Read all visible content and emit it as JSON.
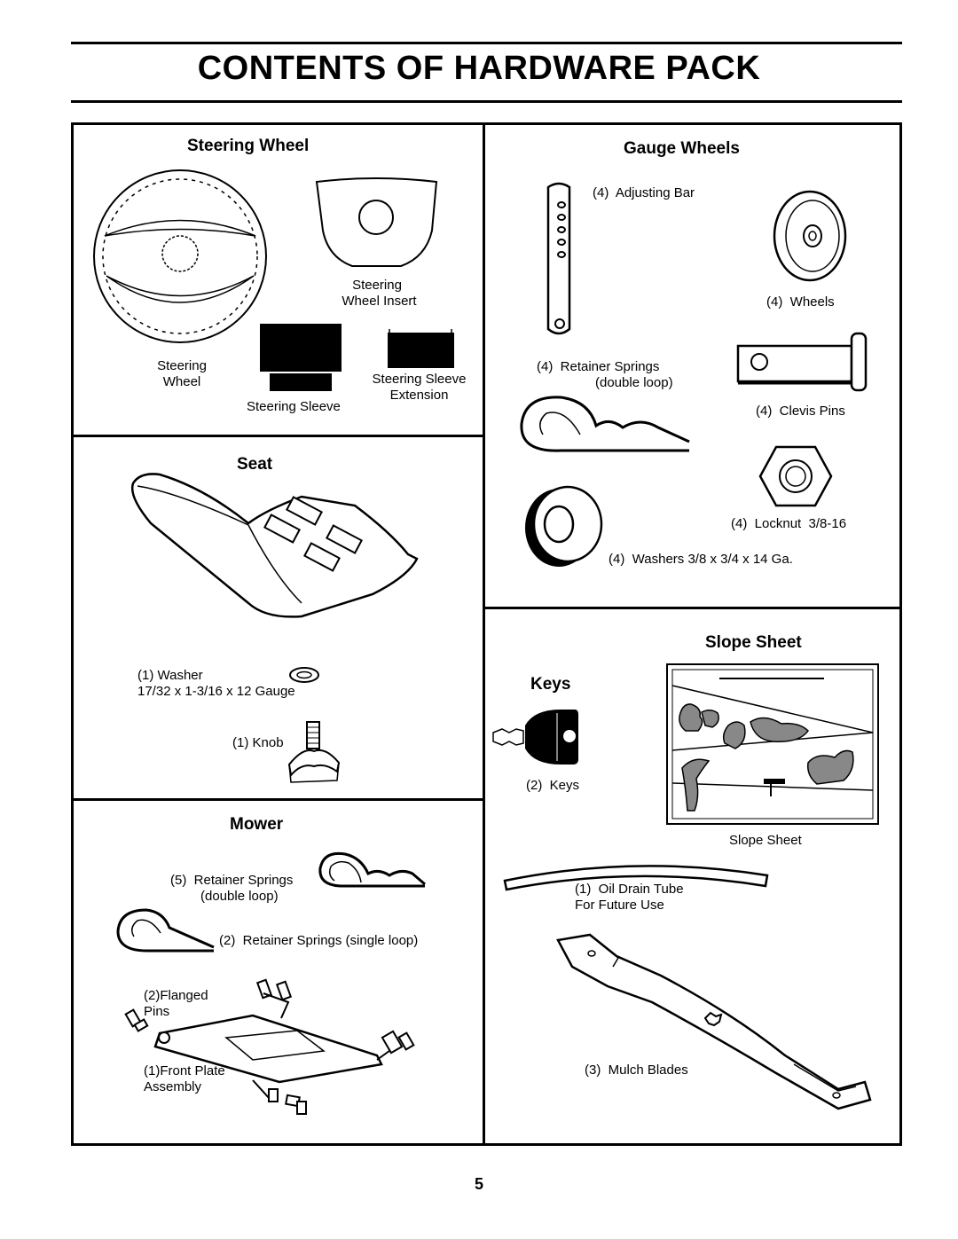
{
  "title": "CONTENTS OF HARDWARE PACK",
  "page_number": "5",
  "steering_wheel": {
    "heading": "Steering Wheel",
    "insert_label_1": "Steering",
    "insert_label_2": "Wheel Insert",
    "wheel_label_1": "Steering",
    "wheel_label_2": "Wheel",
    "sleeve_label": "Steering Sleeve",
    "extension_label_1": "Steering Sleeve",
    "extension_label_2": "Extension"
  },
  "seat": {
    "heading": "Seat",
    "washer_label_1": "(1) Washer",
    "washer_label_2": "17/32 x 1-3/16 x 12 Gauge",
    "knob_label": "(1) Knob"
  },
  "mower": {
    "heading": "Mower",
    "springs_double_1": "(5)  Retainer Springs",
    "springs_double_2": "(double loop)",
    "springs_single": "(2)  Retainer Springs (single loop)",
    "pins_1": "(2)Flanged",
    "pins_2": "Pins",
    "plate_1": "(1)Front Plate",
    "plate_2": "Assembly"
  },
  "gauge_wheels": {
    "heading": "Gauge Wheels",
    "adjusting_bar": "(4)  Adjusting Bar",
    "wheels": "(4)  Wheels",
    "retainer_1": "(4)  Retainer Springs",
    "retainer_2": "(double loop)",
    "clevis": "(4)  Clevis Pins",
    "locknut": "(4)  Locknut  3/8-16",
    "washers": "(4)  Washers 3/8 x 3/4 x 14 Ga."
  },
  "slope_sheet": {
    "heading": "Slope Sheet",
    "label": "Slope Sheet"
  },
  "keys": {
    "heading": "Keys",
    "label": "(2)  Keys"
  },
  "misc": {
    "oil_tube_1": "(1)  Oil Drain Tube",
    "oil_tube_2": "For Future Use",
    "mulch_blades": "(3)  Mulch Blades"
  }
}
